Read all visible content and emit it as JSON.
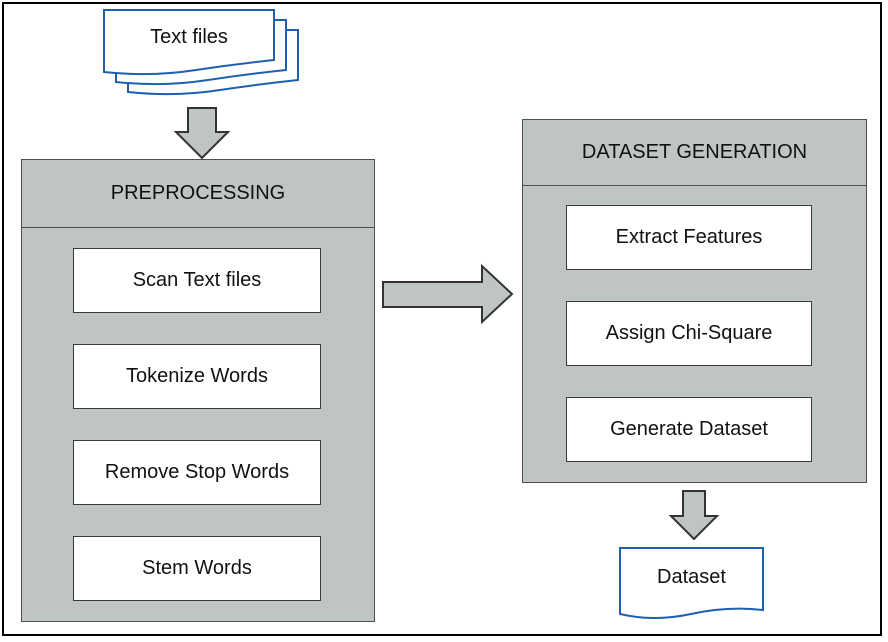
{
  "input": {
    "label": "Text files"
  },
  "preprocessing": {
    "title": "PREPROCESSING",
    "steps": [
      "Scan Text files",
      "Tokenize Words",
      "Remove Stop Words",
      "Stem Words"
    ]
  },
  "dataset_generation": {
    "title": "DATASET GENERATION",
    "steps": [
      "Extract Features",
      "Assign Chi-Square",
      "Generate Dataset"
    ]
  },
  "output": {
    "label": "Dataset"
  },
  "colors": {
    "panel": "#bfc5c3",
    "document_border": "#1f5fb0",
    "arrow_fill": "#bfc5c3",
    "line": "#000000"
  }
}
